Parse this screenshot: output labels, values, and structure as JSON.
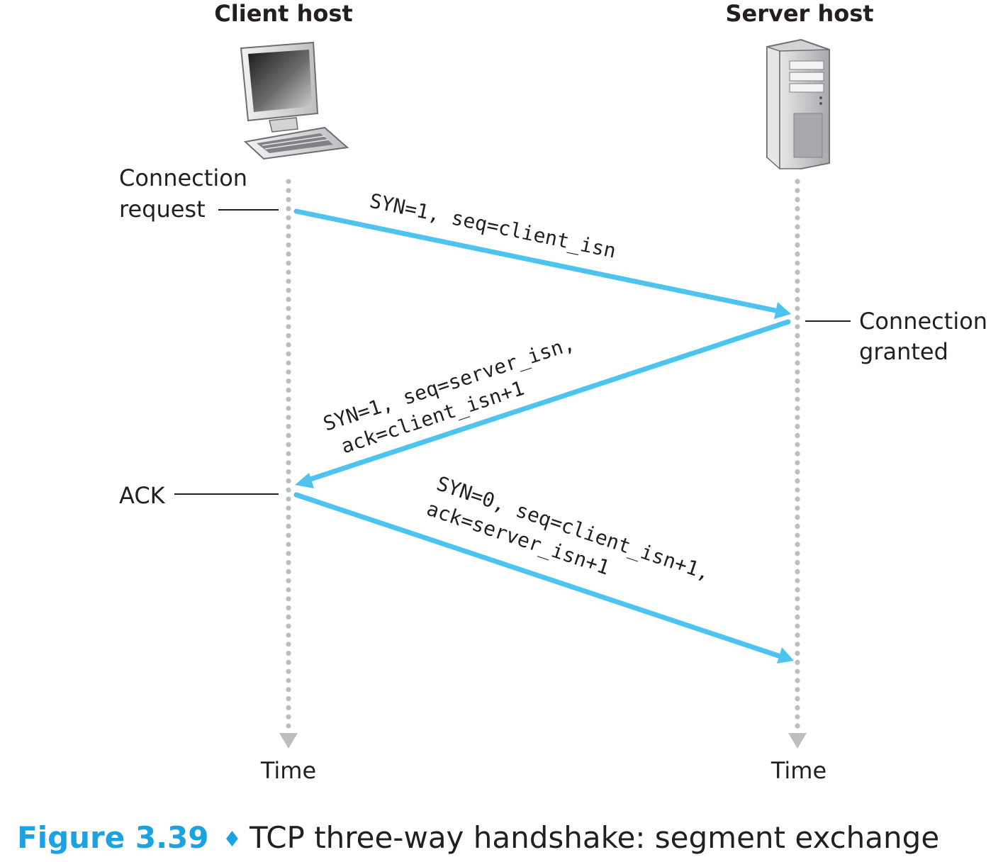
{
  "hosts": {
    "client": {
      "title": "Client host",
      "icon": "desktop-computer-icon"
    },
    "server": {
      "title": "Server host",
      "icon": "server-tower-icon"
    }
  },
  "events": {
    "connection_request": [
      "Connection",
      "request"
    ],
    "connection_granted": [
      "Connection",
      "granted"
    ],
    "ack": "ACK"
  },
  "segments": {
    "syn": [
      "SYN=1, seq=client_isn"
    ],
    "synack": [
      "SYN=1, seq=server_isn,",
      "ack=client_isn+1"
    ],
    "ack": [
      "SYN=0, seq=client_isn+1,",
      "ack=server_isn+1"
    ]
  },
  "time_labels": {
    "client": "Time",
    "server": "Time"
  },
  "caption": {
    "number": "Figure 3.39",
    "separator": "♦",
    "text": "TCP three-way handshake: segment exchange"
  },
  "colors": {
    "arrow": "#4dc3f0",
    "timeline_dots": "#bcbec0",
    "caption_accent": "#1aa3e0"
  }
}
